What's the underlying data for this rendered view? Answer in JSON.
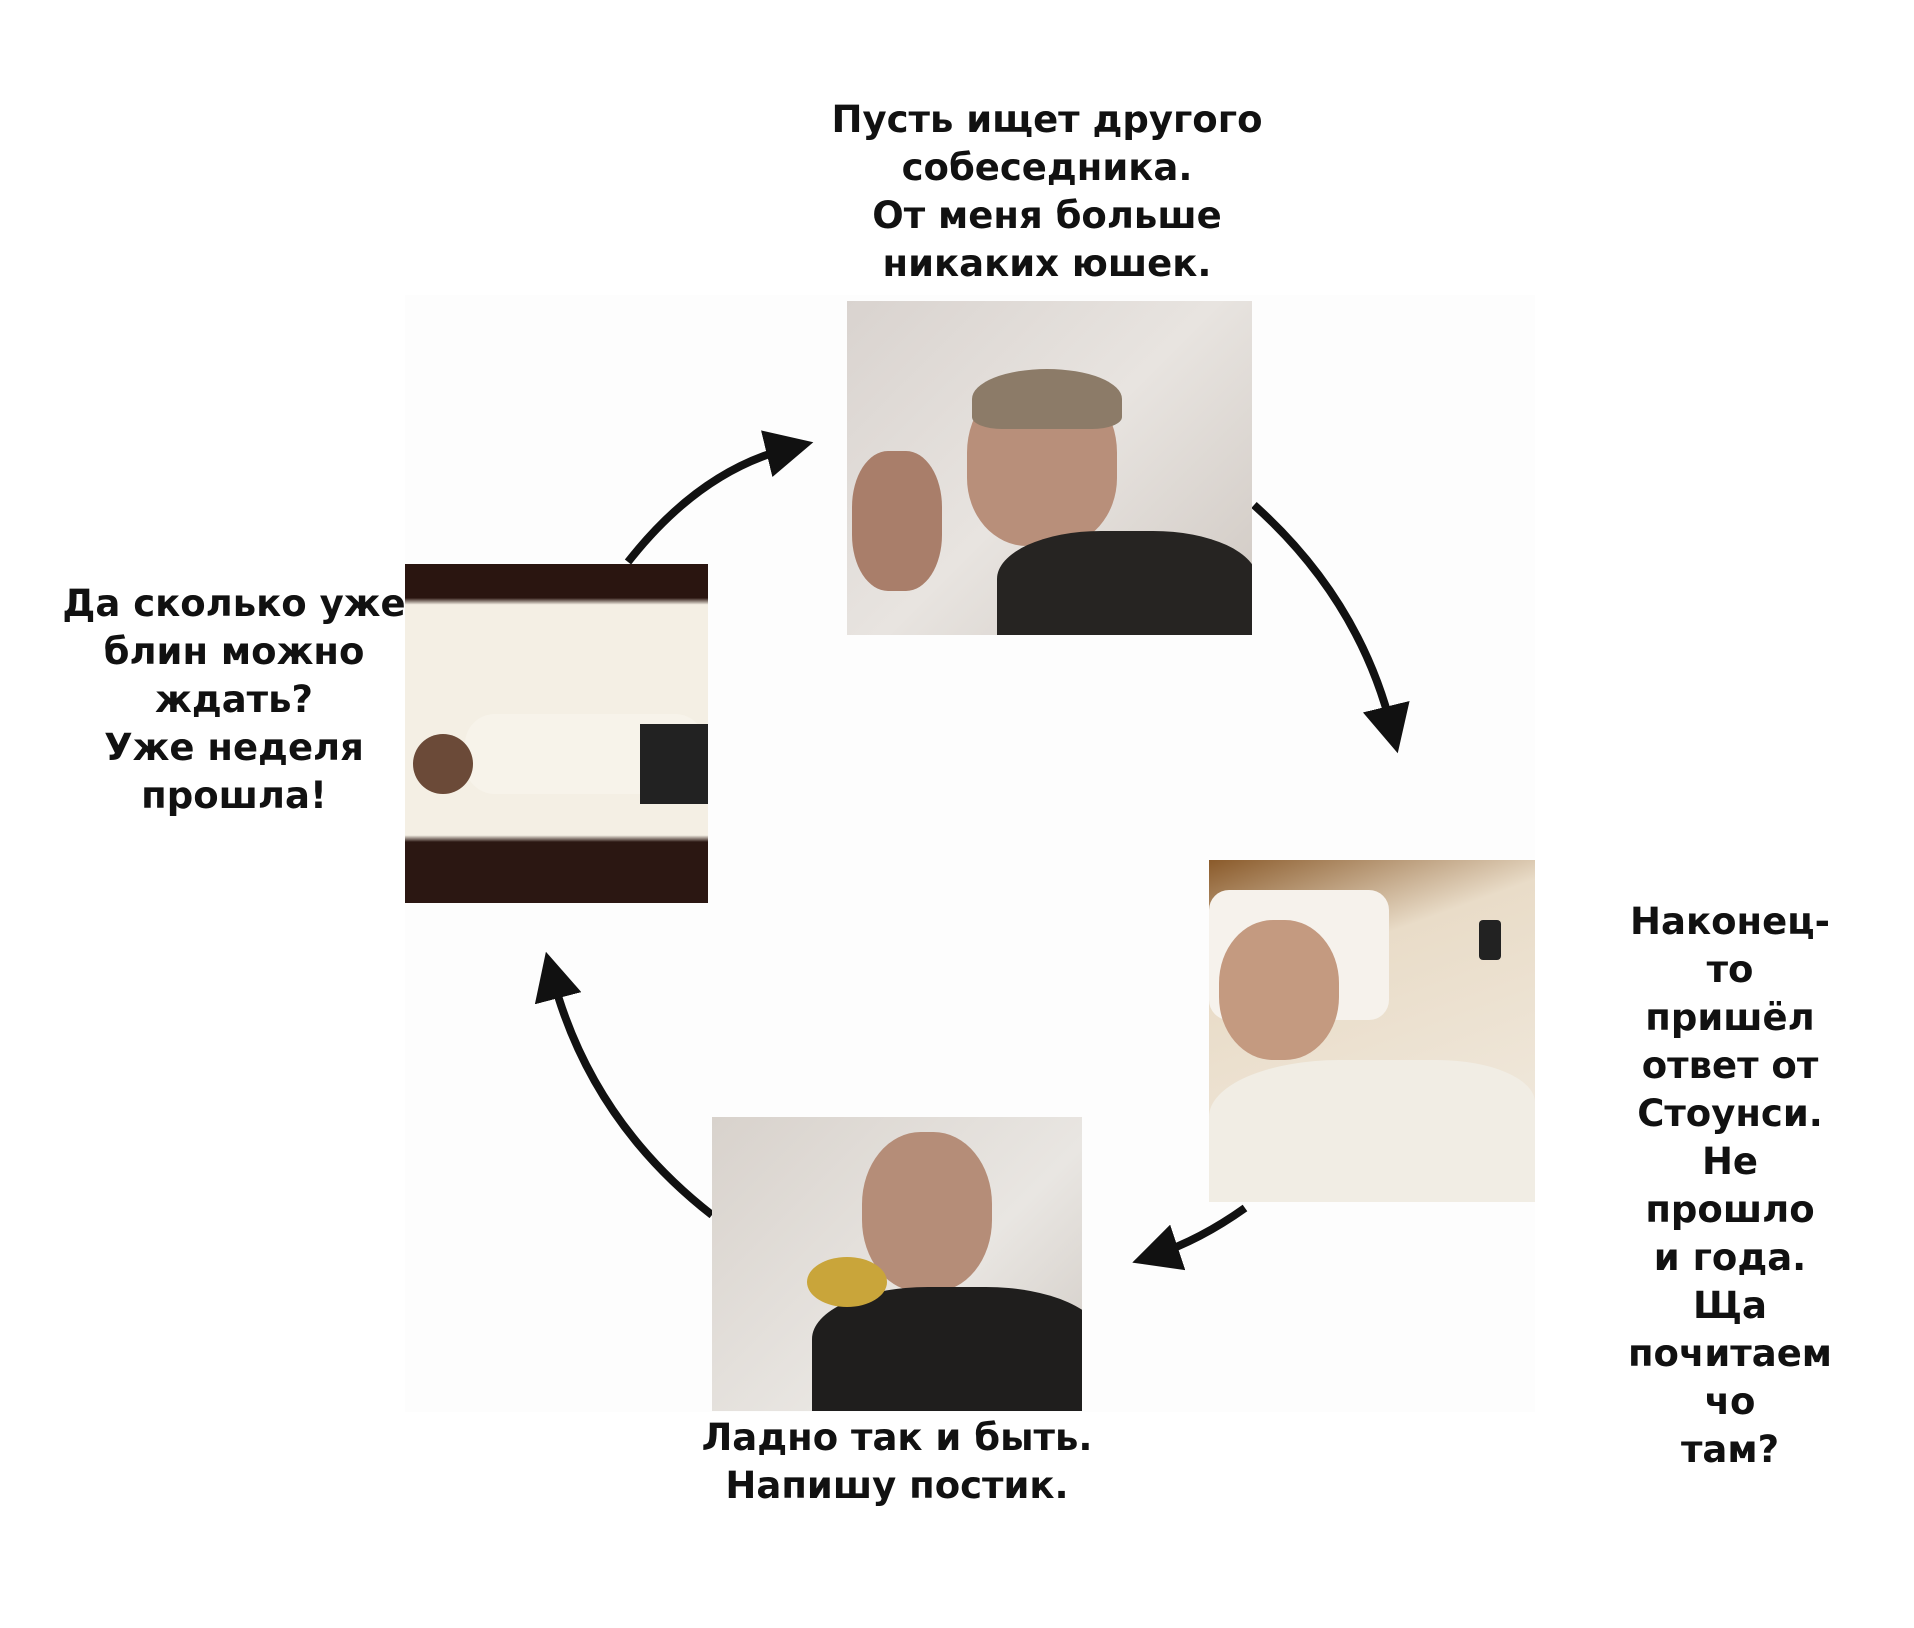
{
  "captions": {
    "top": "Пусть ищет другого\nсобеседника.\nОт меня больше\nникаких юшек.",
    "right": "Наконец-то\nпришёл ответ от\nСтоунси. Не\nпрошло и года.\nЩа почитаем чо\nтам?",
    "bottom": "Ладно так и быть.\nНапишу постик.",
    "left": "Да сколько уже\nблин можно\nждать?\nУже неделя\nпрошла!"
  },
  "colors": {
    "arrow": "#111111",
    "text": "#111111"
  }
}
